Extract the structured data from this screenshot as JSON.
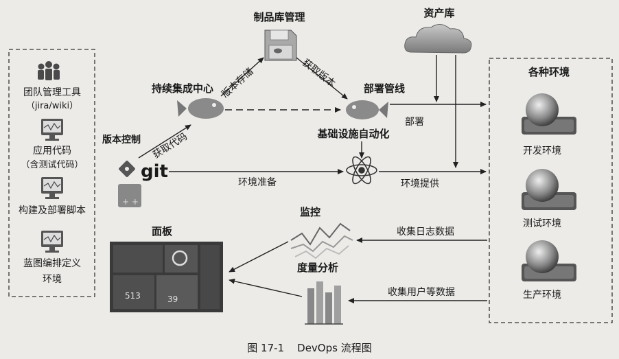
{
  "left_panel": {
    "items": [
      {
        "label": "团队管理工具",
        "sub": "（jira/wiki）",
        "icon": "team-icon"
      },
      {
        "label": "应用代码",
        "sub": "（含测试代码）",
        "icon": "monitor-icon"
      },
      {
        "label": "构建及部署脚本",
        "sub": "",
        "icon": "monitor-icon"
      },
      {
        "label": "蓝图编排定义",
        "sub": "环境",
        "icon": "monitor-icon"
      }
    ]
  },
  "nodes": {
    "artifact_repo": "制品库管理",
    "asset_repo": "资产库",
    "ci_center": "持续集成中心",
    "deploy_pipeline": "部署管线",
    "infra_automation": "基础设施自动化",
    "version_control": "版本控制",
    "git_logo": "git",
    "monitoring": "监控",
    "metrics": "度量分析",
    "dashboard": "面板",
    "environments": {
      "title": "各种环境",
      "items": [
        "开发环境",
        "测试环境",
        "生产环境"
      ]
    }
  },
  "edges": {
    "version_store": "版本存储",
    "fetch_version": "获取版本",
    "fetch_code": "获取代码",
    "deploy": "部署",
    "env_prep": "环境准备",
    "env_provide": "环境提供",
    "collect_logs": "收集日志数据",
    "collect_user": "收集用户等数据"
  },
  "dashboard_tiles": {
    "tile_a": "513",
    "tile_b": "39"
  },
  "caption": "图 17-1    DevOps 流程图"
}
